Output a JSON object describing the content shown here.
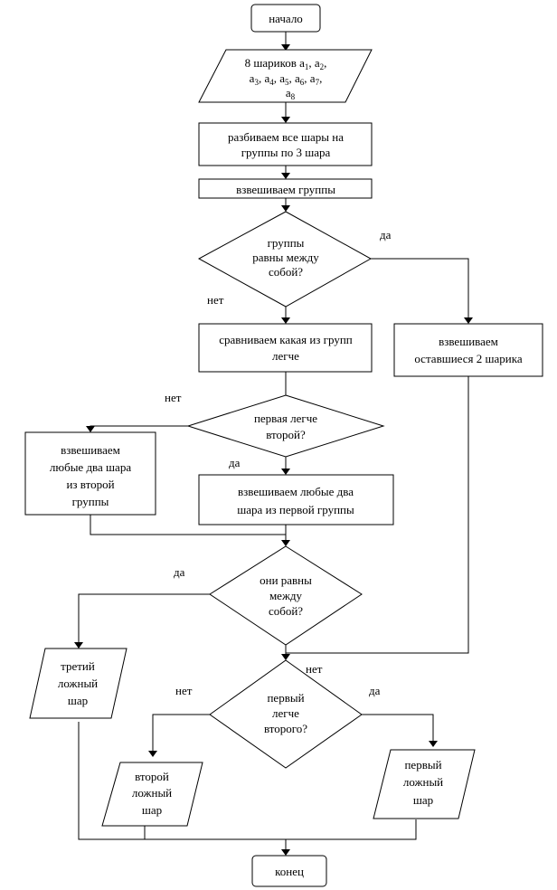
{
  "nodes": {
    "start": "начало",
    "input": {
      "line1": "8 шариков a",
      "sub1": "1",
      "sep1": ", a",
      "sub2": "2",
      "end1": ",",
      "line2_a": "a",
      "sub3": "3",
      "line2_b": ", a",
      "sub4": "4",
      "line2_c": ", a",
      "sub5": "5",
      "line2_d": ", a",
      "sub6": "6",
      "line2_e": ", a",
      "sub7": "7",
      "end2": ",",
      "line3": "a",
      "sub8": "8"
    },
    "split": [
      "разбиваем все шары на",
      "группы  по 3 шара"
    ],
    "weigh_groups": "взвешиваем группы",
    "groups_equal": [
      "группы",
      "равны между",
      "собой?"
    ],
    "compare_lighter": [
      "сравниваем какая из групп",
      "легче"
    ],
    "weigh_remaining": [
      "взвешиваем",
      "оставшиеся 2 шарика"
    ],
    "first_lighter": [
      "первая легче",
      "второй?"
    ],
    "weigh_second_group": [
      "взвешиваем",
      "любые два шара",
      "из второй",
      "группы"
    ],
    "weigh_first_group": [
      "взвешиваем любые два",
      "шара из первой  группы"
    ],
    "equal_each_other": [
      "они равны",
      "между",
      "собой?"
    ],
    "third_false": [
      "третий",
      "ложный",
      "шар"
    ],
    "first_lighter_second": [
      "первый",
      "легче",
      "второго?"
    ],
    "second_false": [
      "второй",
      "ложный",
      "шар"
    ],
    "first_false": [
      "первый",
      "ложный",
      "шар"
    ],
    "end": "конец"
  },
  "labels": {
    "yes_groups_equal": "да",
    "no_groups_equal": "нет",
    "no_first_lighter": "нет",
    "yes_first_lighter": "да",
    "yes_equal_each_other": "да",
    "no_merge": "нет",
    "no_first_second": "нет",
    "yes_first_second": "да"
  }
}
